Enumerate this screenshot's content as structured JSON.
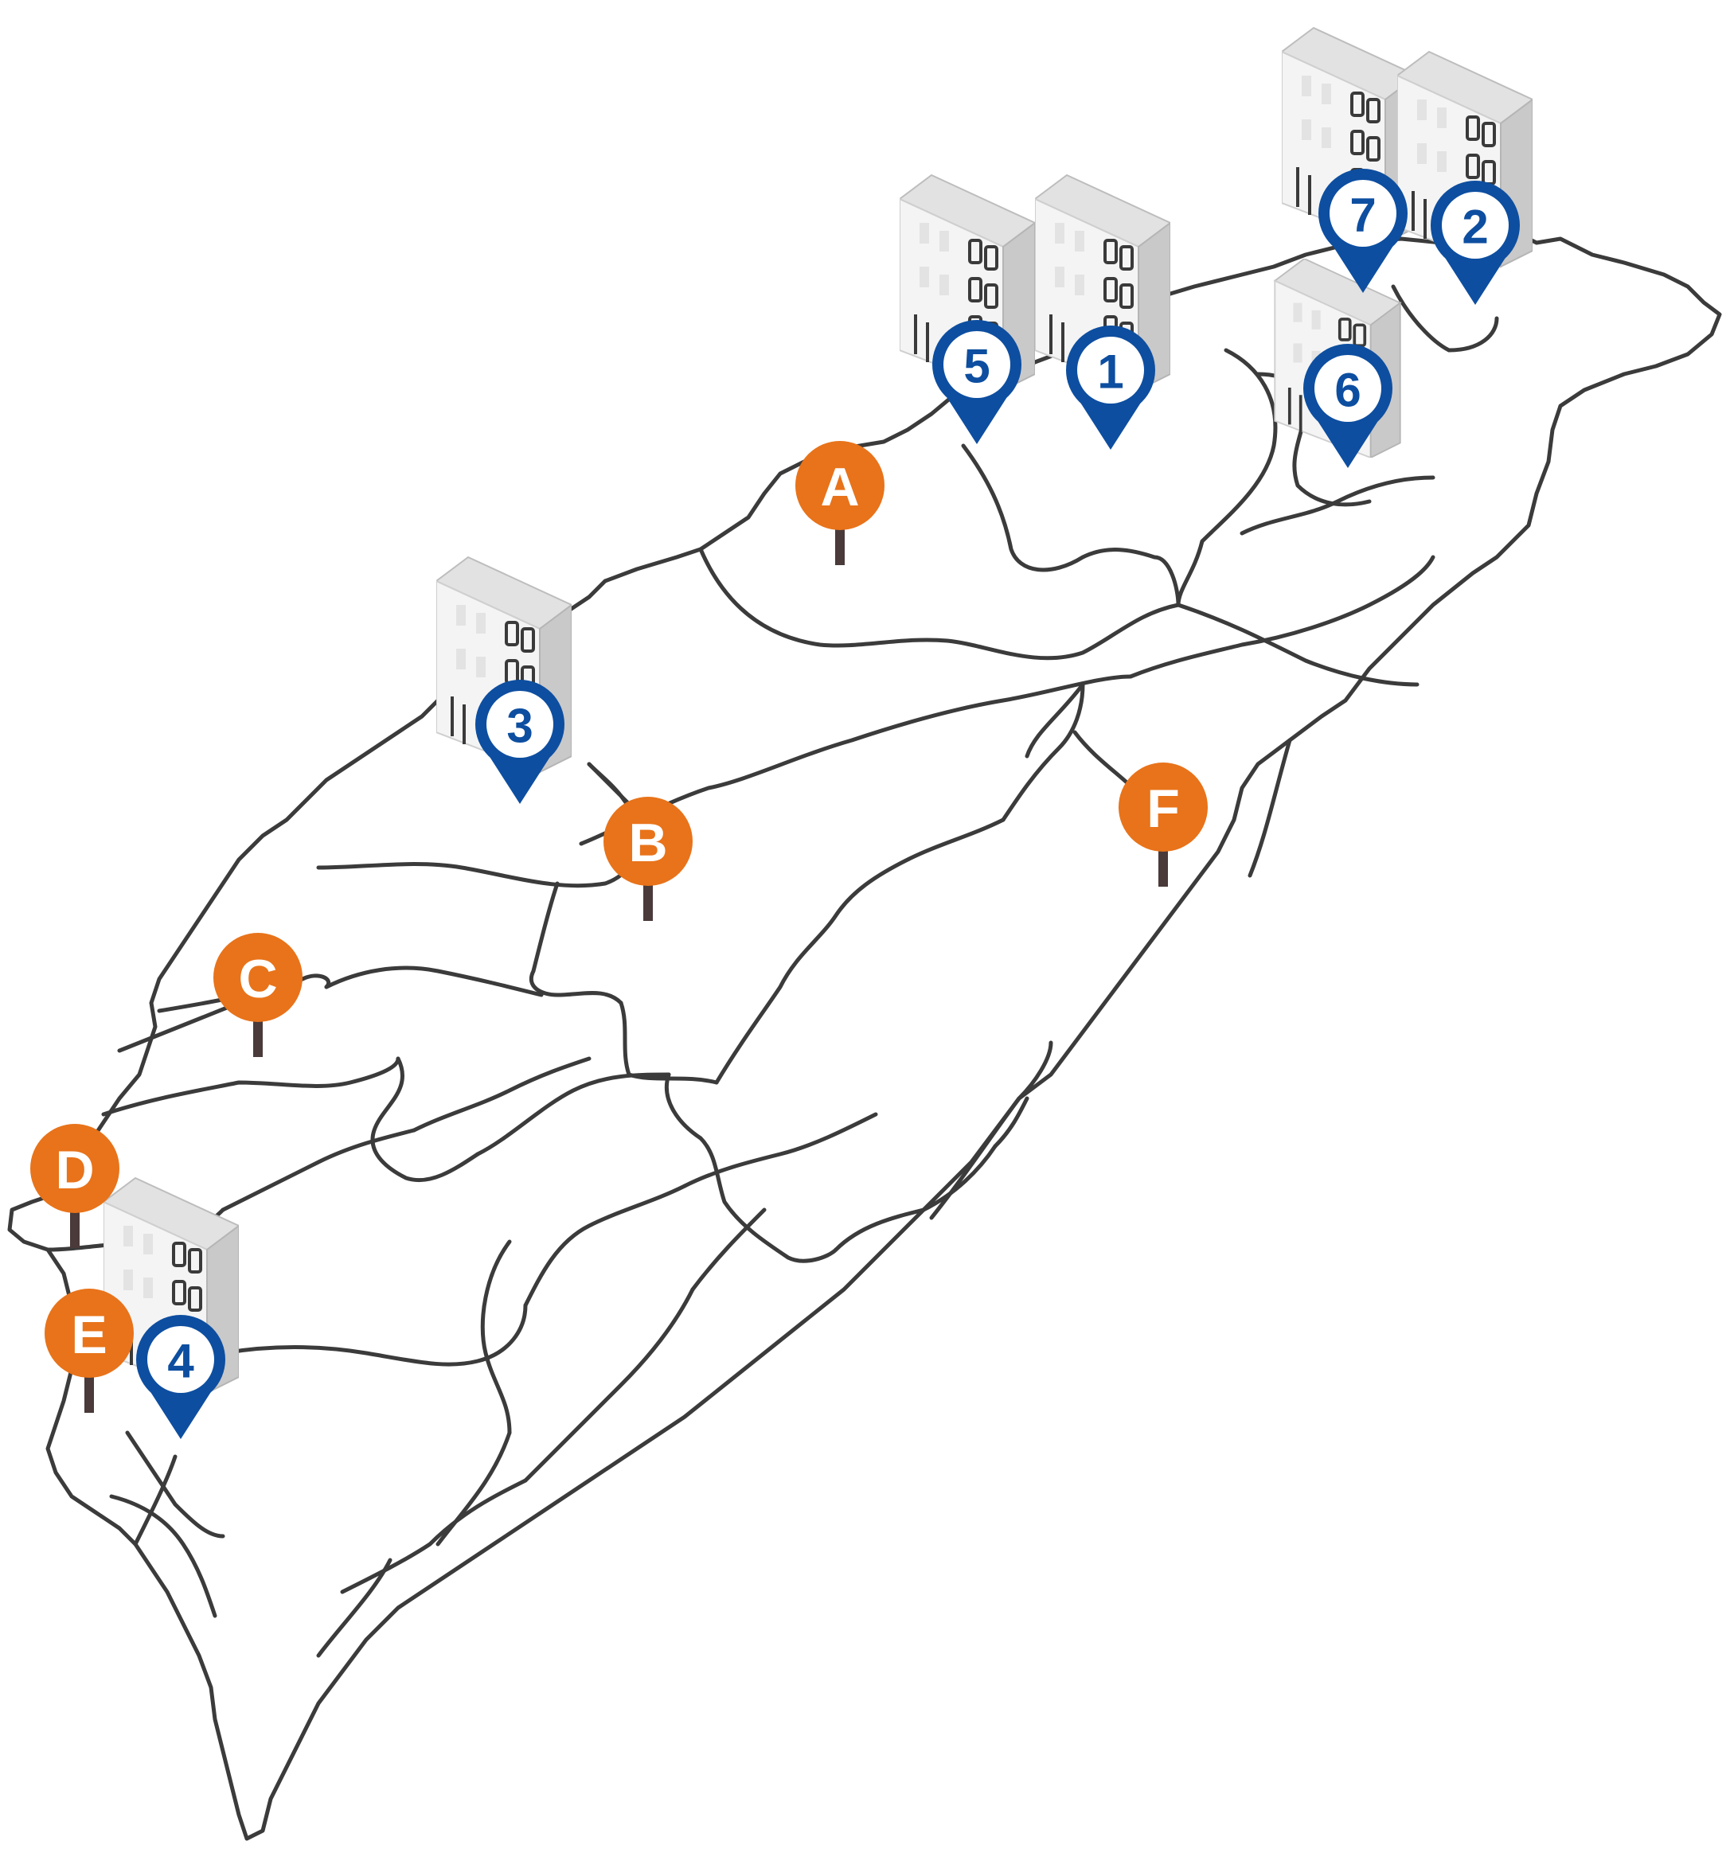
{
  "colors": {
    "site_pin": "#0d4ea0",
    "site_pin_text": "#0d4ea0",
    "location_marker": "#e8731a",
    "location_marker_text": "#ffffff",
    "marker_stem": "#4a3a3a",
    "border": "#3b3b3b",
    "building_front": "#f4f4f4",
    "building_side": "#c9c9c9",
    "building_window": "#3a3a3a"
  },
  "icons": {
    "building": "office-building-icon",
    "site_pin": "map-pin-icon",
    "location_marker": "round-marker-icon"
  },
  "sites": [
    {
      "label": "1"
    },
    {
      "label": "2"
    },
    {
      "label": "3"
    },
    {
      "label": "4"
    },
    {
      "label": "5"
    },
    {
      "label": "6"
    },
    {
      "label": "7"
    }
  ],
  "locations": [
    {
      "label": "A"
    },
    {
      "label": "B"
    },
    {
      "label": "C"
    },
    {
      "label": "D"
    },
    {
      "label": "E"
    },
    {
      "label": "F"
    }
  ]
}
